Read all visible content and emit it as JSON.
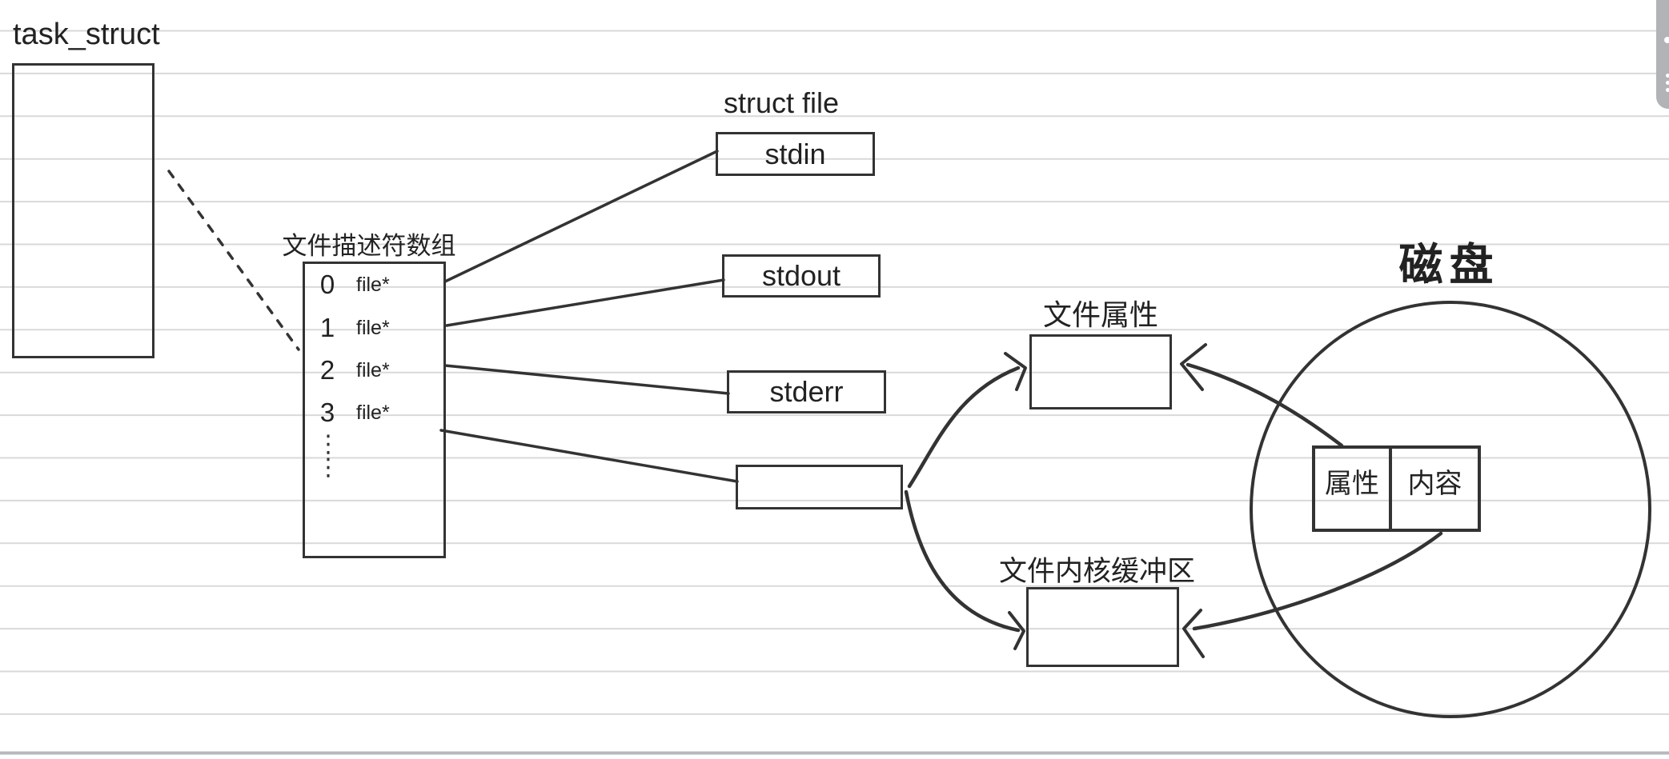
{
  "colors": {
    "ink": "#333333",
    "text": "#222222",
    "paper_line": "#d8d9da",
    "page_edge": "#b5b8ba",
    "toolbar_gray": "#b1b3b6"
  },
  "task_struct": {
    "label": "task_struct"
  },
  "fd_array": {
    "label": "文件描述符数组",
    "entries": [
      {
        "index": "0",
        "pointer": "file*"
      },
      {
        "index": "1",
        "pointer": "file*"
      },
      {
        "index": "2",
        "pointer": "file*"
      },
      {
        "index": "3",
        "pointer": "file*"
      }
    ],
    "ellipsis": "⋮\n⋮"
  },
  "struct_file": {
    "label": "struct file",
    "boxes": [
      "stdin",
      "stdout",
      "stderr",
      ""
    ]
  },
  "file_attributes": {
    "label": "文件属性"
  },
  "kernel_buffer": {
    "label": "文件内核缓冲区"
  },
  "disk": {
    "label": "磁盘",
    "attr_cell": "属性",
    "content_cell": "内容"
  }
}
